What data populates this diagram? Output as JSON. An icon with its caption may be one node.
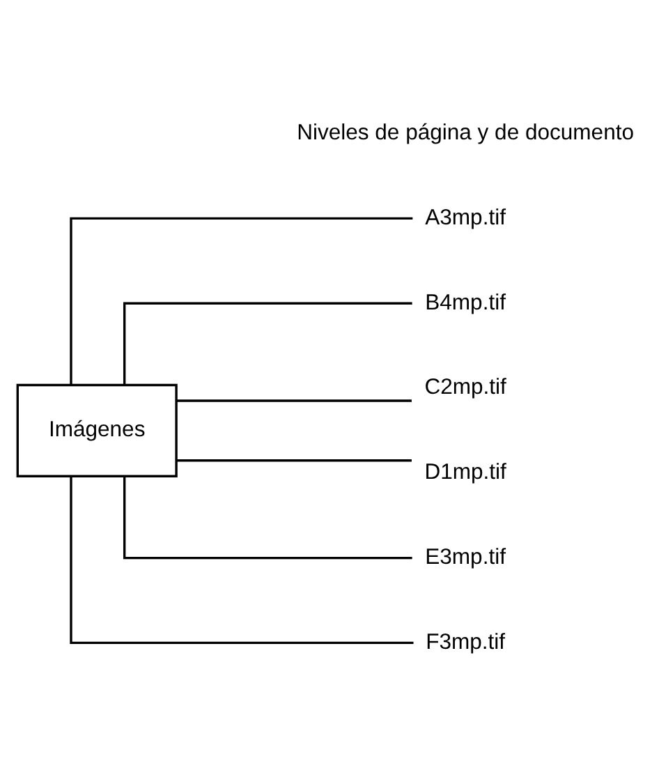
{
  "diagram": {
    "nodes": [
      {
        "text": [
          "Imágenes"
        ]
      },
      {
        "text": [
          "A3mp.tif"
        ]
      },
      {
        "text": [
          "B4mp.tif"
        ]
      },
      {
        "text": [
          "C2mp.tif"
        ]
      },
      {
        "text": [
          "D1mp.tif"
        ]
      },
      {
        "text": [
          "E3mp.tif"
        ]
      },
      {
        "text": [
          "F3mp.tif"
        ]
      }
    ],
    "edges": [
      {
        "from": 0,
        "to": 1,
        "arrow": "none"
      },
      {
        "from": 0,
        "to": 2,
        "arrow": "none"
      },
      {
        "from": 0,
        "to": 3,
        "arrow": "none"
      },
      {
        "from": 0,
        "to": 4,
        "arrow": "none"
      },
      {
        "from": 0,
        "to": 5,
        "arrow": "none"
      },
      {
        "from": 0,
        "to": 6,
        "arrow": "none"
      }
    ],
    "labels": [
      "Niveles de página y de documento"
    ]
  }
}
